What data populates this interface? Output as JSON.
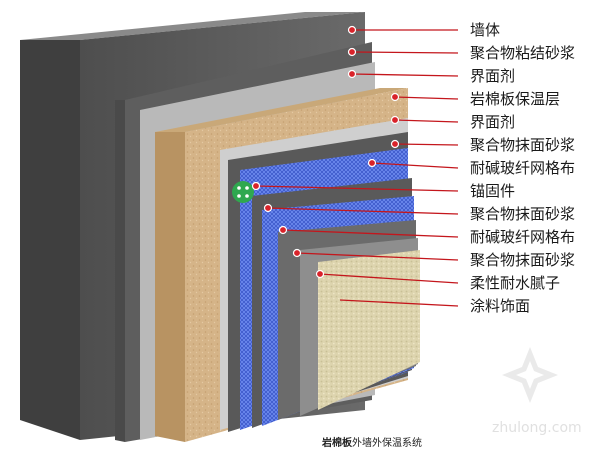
{
  "diagram": {
    "layers": [
      {
        "label": "墙体"
      },
      {
        "label": "聚合物粘结砂浆"
      },
      {
        "label": "界面剂"
      },
      {
        "label": "岩棉板保温层"
      },
      {
        "label": "界面剂"
      },
      {
        "label": "聚合物抹面砂浆"
      },
      {
        "label": "耐碱玻纤网格布"
      },
      {
        "label": "锚固件"
      },
      {
        "label": "聚合物抹面砂浆"
      },
      {
        "label": "耐碱玻纤网格布"
      },
      {
        "label": "聚合物抹面砂浆"
      },
      {
        "label": "柔性耐水腻子"
      },
      {
        "label": "涂料饰面"
      }
    ],
    "caption_bold": "岩棉板",
    "caption_rest": "外墙外保温系统",
    "watermark": "zhulong.com",
    "colors": {
      "leader": "#c4161c",
      "marker": "#d9232a",
      "anchor": "#2fa84f",
      "mesh": "#3a5ed8",
      "rockwool": "#d8b88e",
      "finish": "#ddd5b0"
    }
  }
}
